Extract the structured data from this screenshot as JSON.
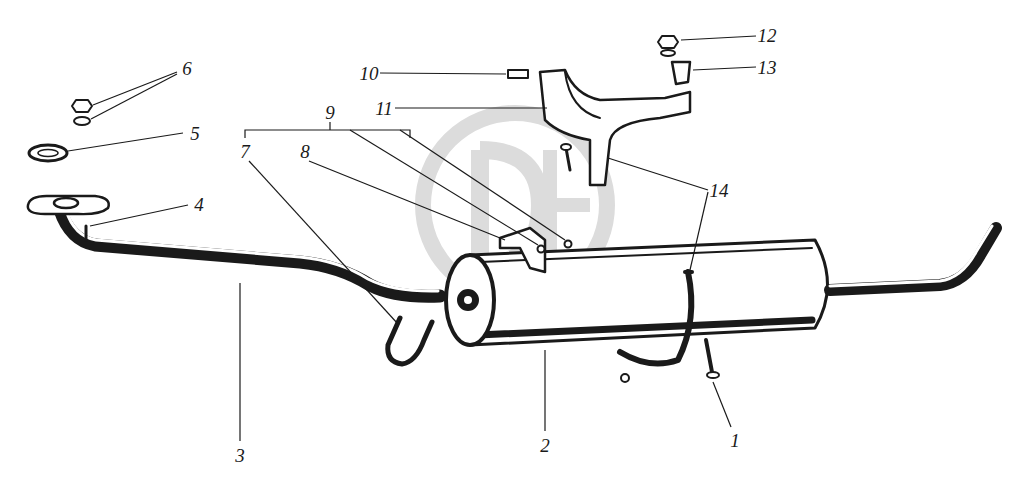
{
  "diagram": {
    "labels": [
      "6",
      "12",
      "10",
      "13",
      "9",
      "11",
      "7",
      "8",
      "5",
      "4",
      "14",
      "3",
      "2",
      "1"
    ]
  }
}
